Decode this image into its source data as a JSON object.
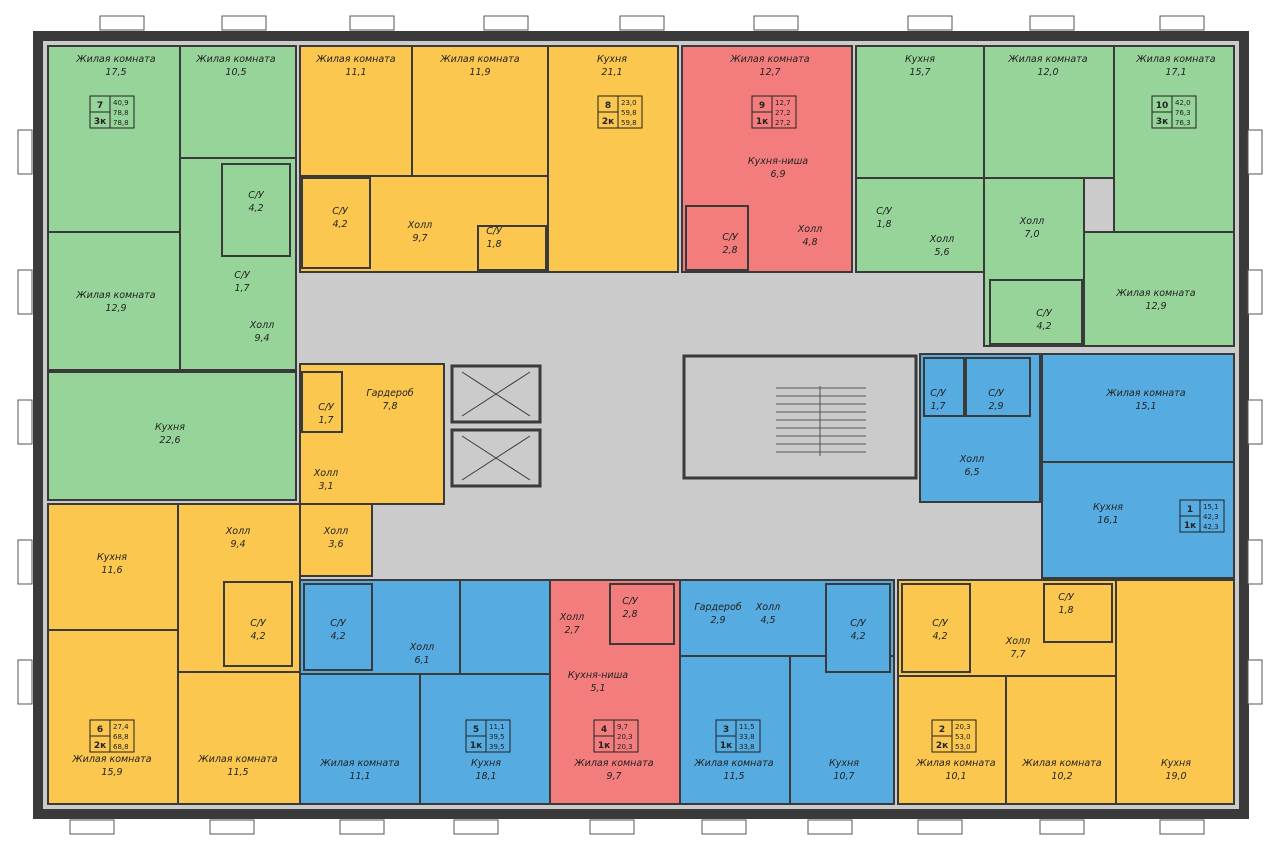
{
  "colors": {
    "green": "#97d49a",
    "yellow": "#fcc74e",
    "red": "#f37d7d",
    "blue": "#56abe0",
    "corridor": "#cbcbcb",
    "wall": "#3a3a3a"
  },
  "rooms": [
    {
      "name": "Жилая комната",
      "area": "17,5"
    },
    {
      "name": "Жилая комната",
      "area": "10,5"
    },
    {
      "name": "С/У",
      "area": "4,2"
    },
    {
      "name": "С/У",
      "area": "1,7"
    },
    {
      "name": "Жилая комната",
      "area": "12,9"
    },
    {
      "name": "Холл",
      "area": "9,4"
    },
    {
      "name": "Кухня",
      "area": "22,6"
    },
    {
      "name": "Жилая комната",
      "area": "11,1"
    },
    {
      "name": "Жилая комната",
      "area": "11,9"
    },
    {
      "name": "С/У",
      "area": "4,2"
    },
    {
      "name": "Холл",
      "area": "9,7"
    },
    {
      "name": "С/У",
      "area": "1,8"
    },
    {
      "name": "Кухня",
      "area": "21,1"
    },
    {
      "name": "Жилая комната",
      "area": "12,7"
    },
    {
      "name": "Кухня-ниша",
      "area": "6,9"
    },
    {
      "name": "С/У",
      "area": "2,8"
    },
    {
      "name": "Холл",
      "area": "4,8"
    },
    {
      "name": "Кухня",
      "area": "15,7"
    },
    {
      "name": "С/У",
      "area": "1,8"
    },
    {
      "name": "Холл",
      "area": "5,6"
    },
    {
      "name": "Жилая комната",
      "area": "12,0"
    },
    {
      "name": "Жилая комната",
      "area": "17,1"
    },
    {
      "name": "Холл",
      "area": "7,0"
    },
    {
      "name": "С/У",
      "area": "4,2"
    },
    {
      "name": "Жилая комната",
      "area": "12,9"
    },
    {
      "name": "С/У",
      "area": "1,7"
    },
    {
      "name": "С/У",
      "area": "2,9"
    },
    {
      "name": "Холл",
      "area": "6,5"
    },
    {
      "name": "Жилая комната",
      "area": "15,1"
    },
    {
      "name": "Кухня",
      "area": "16,1"
    },
    {
      "name": "С/У",
      "area": "1,7"
    },
    {
      "name": "Гардероб",
      "area": "7,8"
    },
    {
      "name": "Холл",
      "area": "3,1"
    },
    {
      "name": "Кухня",
      "area": "11,6"
    },
    {
      "name": "Холл",
      "area": "9,4"
    },
    {
      "name": "Холл",
      "area": "3,6"
    },
    {
      "name": "С/У",
      "area": "4,2"
    },
    {
      "name": "Жилая комната",
      "area": "15,9"
    },
    {
      "name": "Жилая комната",
      "area": "11,5"
    },
    {
      "name": "С/У",
      "area": "4,2"
    },
    {
      "name": "Холл",
      "area": "6,1"
    },
    {
      "name": "Жилая комната",
      "area": "11,1"
    },
    {
      "name": "Кухня",
      "area": "18,1"
    },
    {
      "name": "Холл",
      "area": "2,7"
    },
    {
      "name": "С/У",
      "area": "2,8"
    },
    {
      "name": "Кухня-ниша",
      "area": "5,1"
    },
    {
      "name": "Жилая комната",
      "area": "9,7"
    },
    {
      "name": "Гардероб",
      "area": "2,9"
    },
    {
      "name": "Холл",
      "area": "4,5"
    },
    {
      "name": "С/У",
      "area": "4,2"
    },
    {
      "name": "Жилая комната",
      "area": "11,5"
    },
    {
      "name": "Кухня",
      "area": "10,7"
    },
    {
      "name": "С/У",
      "area": "4,2"
    },
    {
      "name": "Холл",
      "area": "7,7"
    },
    {
      "name": "С/У",
      "area": "1,8"
    },
    {
      "name": "Жилая комната",
      "area": "10,1"
    },
    {
      "name": "Жилая комната",
      "area": "10,2"
    },
    {
      "name": "Кухня",
      "area": "19,0"
    }
  ],
  "apartments": [
    {
      "num": "7",
      "type": "3к",
      "a1": "40,9",
      "a2": "78,8",
      "a3": "78,8"
    },
    {
      "num": "8",
      "type": "2к",
      "a1": "23,0",
      "a2": "59,8",
      "a3": "59,8"
    },
    {
      "num": "9",
      "type": "1к",
      "a1": "12,7",
      "a2": "27,2",
      "a3": "27,2"
    },
    {
      "num": "10",
      "type": "3к",
      "a1": "42,0",
      "a2": "76,3",
      "a3": "76,3"
    },
    {
      "num": "1",
      "type": "1к",
      "a1": "15,1",
      "a2": "42,3",
      "a3": "42,3"
    },
    {
      "num": "6",
      "type": "2к",
      "a1": "27,4",
      "a2": "68,8",
      "a3": "68,8"
    },
    {
      "num": "5",
      "type": "1к",
      "a1": "11,1",
      "a2": "39,5",
      "a3": "39,5"
    },
    {
      "num": "4",
      "type": "1к",
      "a1": "9,7",
      "a2": "20,3",
      "a3": "20,3"
    },
    {
      "num": "3",
      "type": "1к",
      "a1": "11,5",
      "a2": "33,8",
      "a3": "33,8"
    },
    {
      "num": "2",
      "type": "2к",
      "a1": "20,3",
      "a2": "53,0",
      "a3": "53,0"
    }
  ]
}
